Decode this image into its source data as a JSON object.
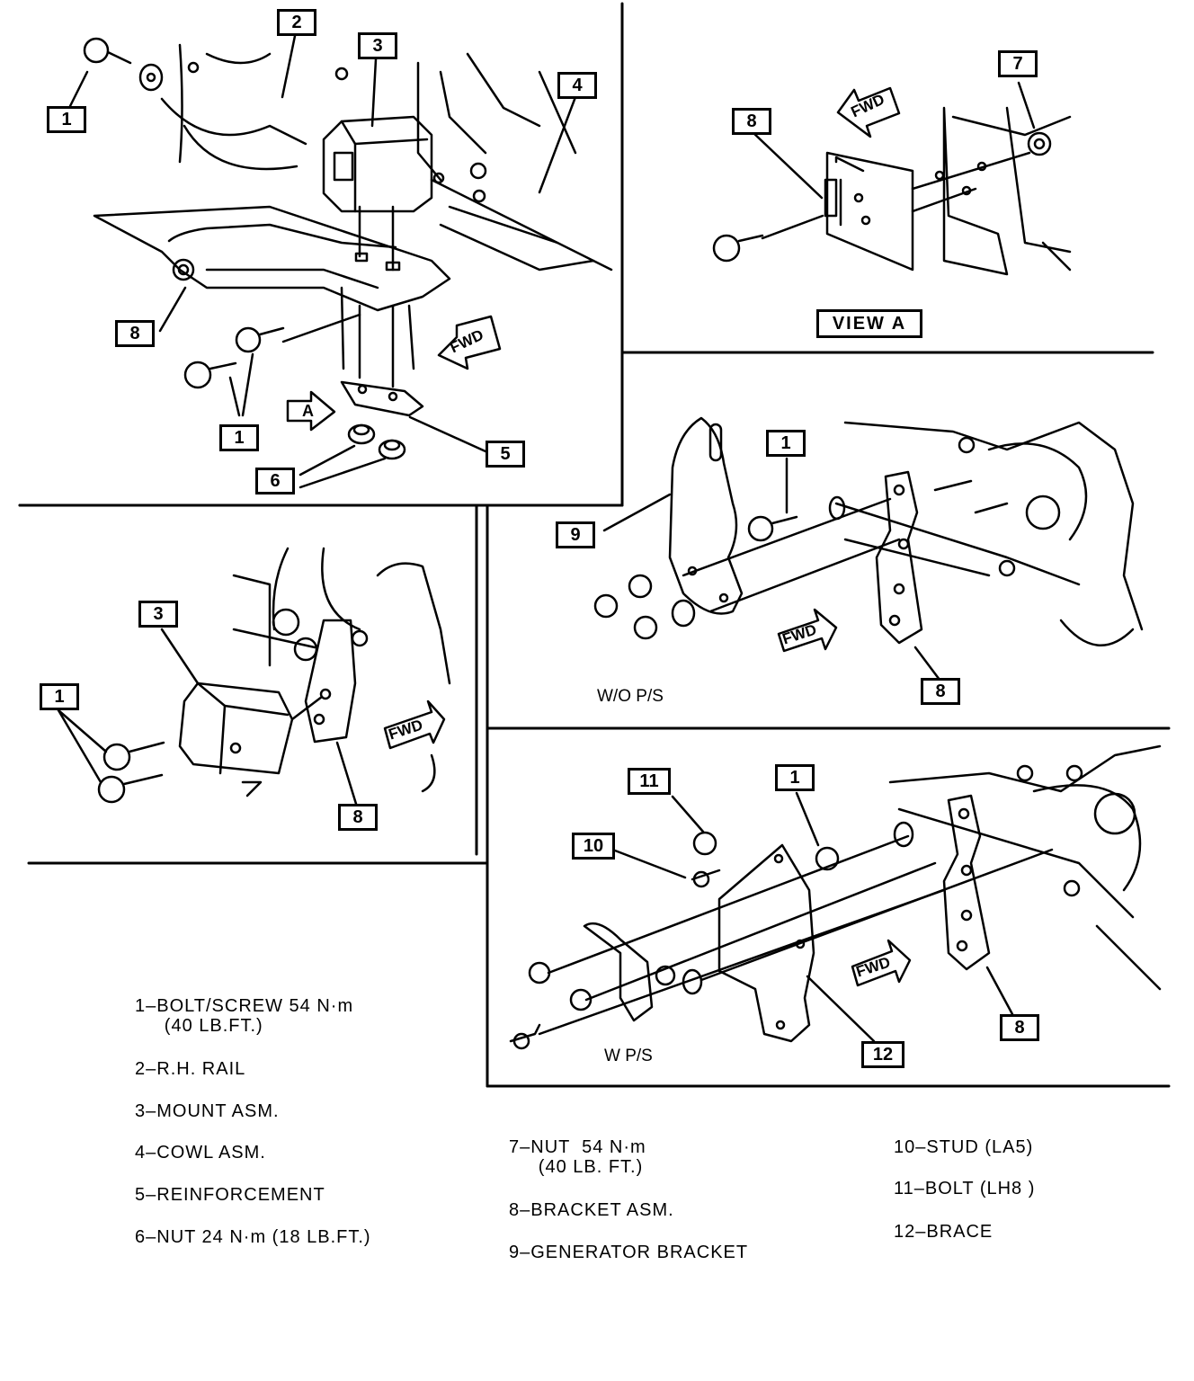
{
  "callouts": {
    "p1_bolt_top": "1",
    "p1_rail": "2",
    "p1_mount": "3",
    "p1_cowl": "4",
    "p1_bracket": "8",
    "p1_bolt_bottom": "1",
    "p1_reinforcement": "5",
    "p1_nut": "6",
    "p2_nut": "7",
    "p2_bracket": "8",
    "p3_mount": "3",
    "p3_bolt": "1",
    "p3_bracket": "8",
    "p4_gen_bracket": "9",
    "p4_bolt": "1",
    "p4_bracket": "8",
    "p5_bolt_lh8": "11",
    "p5_stud": "10",
    "p5_bolt": "1",
    "p5_brace": "12",
    "p5_bracket": "8"
  },
  "labels": {
    "view_a": "VIEW  A",
    "view_arrow": "A",
    "fwd": "FWD",
    "wo_ps": "W/O P/S",
    "w_ps": "W P/S"
  },
  "legend": {
    "col1": [
      "1–BOLT/SCREW 54 N·m\n     (40 LB.FT.)",
      "2–R.H. RAIL",
      "3–MOUNT ASM.",
      "4–COWL ASM.",
      "5–REINFORCEMENT",
      "6–NUT 24 N·m (18 LB.FT.)"
    ],
    "col2": [
      "7–NUT  54 N·m\n     (40 LB. FT.)",
      "8–BRACKET ASM.",
      "9–GENERATOR BRACKET"
    ],
    "col3": [
      "10–STUD (LA5)",
      "11–BOLT (LH8 )",
      "12–BRACE"
    ]
  }
}
